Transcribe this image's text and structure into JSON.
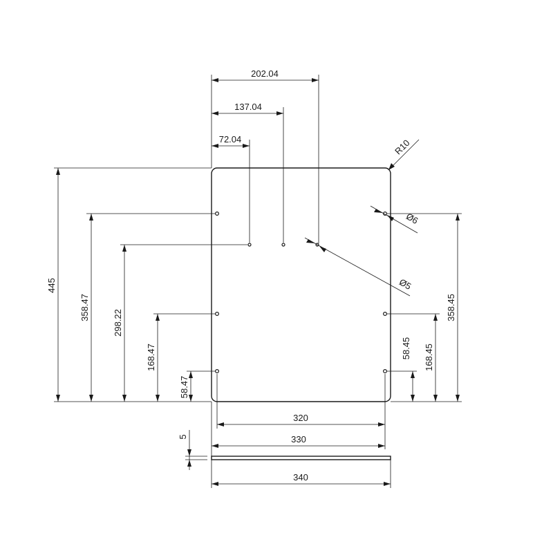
{
  "drawing": {
    "dimensions": {
      "top_202": "202.04",
      "top_137": "137.04",
      "top_72": "72.04",
      "radius": "R10",
      "hole_d6": "Ø6",
      "hole_d5": "Ø5",
      "left_445": "445",
      "left_358": "358.47",
      "left_298": "298.22",
      "left_168": "168.47",
      "left_58": "58.47",
      "right_358": "358.45",
      "right_168": "168.45",
      "right_58": "58.45",
      "bottom_320": "320",
      "bottom_330": "330",
      "bottom_340": "340",
      "thickness": "5"
    }
  }
}
